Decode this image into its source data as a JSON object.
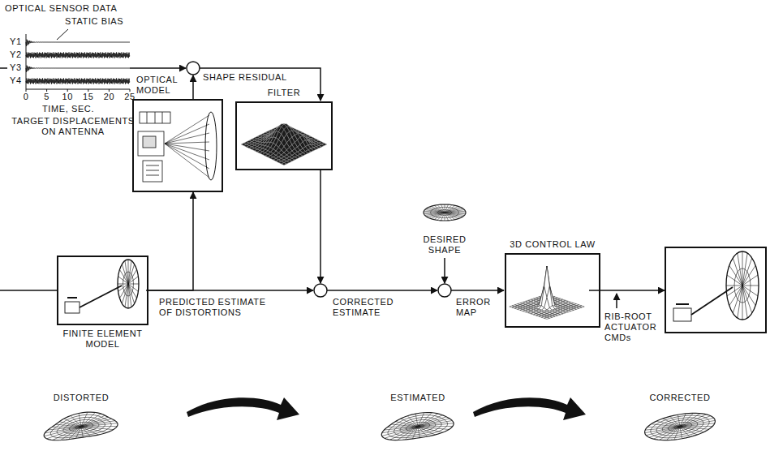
{
  "diagram": {
    "nodes": [
      {
        "text": [
          "OPTICAL MODEL"
        ]
      },
      {
        "text": [
          "FILTER"
        ]
      },
      {
        "text": [
          "FINITE ELEMENT MODEL"
        ]
      },
      {
        "text": [
          "3D CONTROL LAW"
        ]
      }
    ],
    "edges": [
      {
        "from": 2,
        "to": 0,
        "arrow": "to"
      }
    ],
    "labels": [
      "OPTICAL SENSOR DATA",
      "STATIC BIAS",
      "Y1",
      "Y2",
      "Y3",
      "Y4",
      "0",
      "5",
      "10",
      "15",
      "20",
      "25",
      "TIME, SEC.",
      "TARGET DISPLACEMENTS ON ANTENNA",
      "SHAPE RESIDUAL",
      "DESIRED SHAPE",
      "PREDICTED ESTIMATE OF DISTORTIONS",
      "CORRECTED ESTIMATE",
      "ERROR MAP",
      "RIB-ROOT ACTUATOR CMDs",
      "DISTORTED",
      "ESTIMATED",
      "CORRECTED"
    ]
  }
}
